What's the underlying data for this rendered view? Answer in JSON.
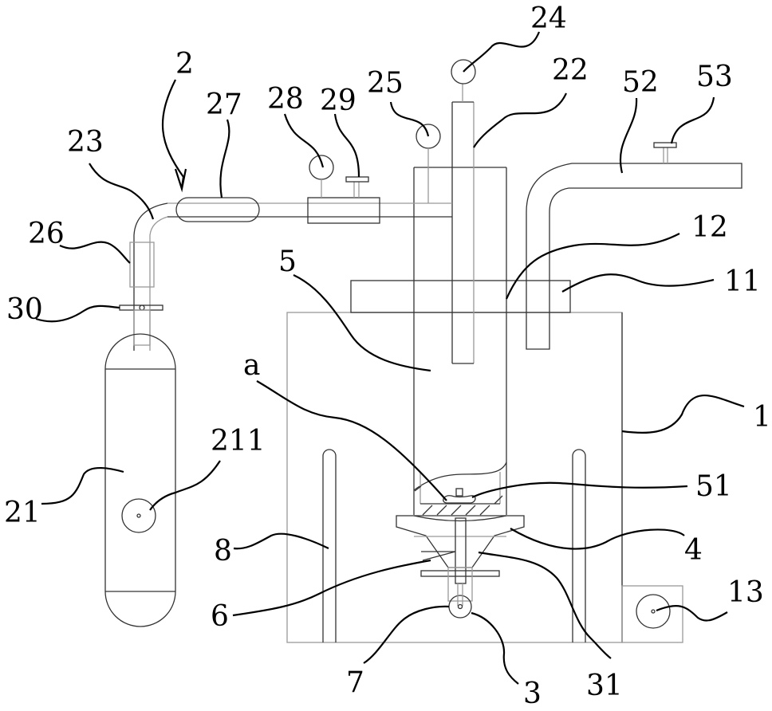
{
  "figure": {
    "type": "patent-schematic",
    "labels": [
      {
        "id": "2",
        "text": "2",
        "part": "gas supply assembly"
      },
      {
        "id": "27",
        "text": "27",
        "part": "inline cylinder on pipe"
      },
      {
        "id": "28",
        "text": "28",
        "part": "gauge on pipe"
      },
      {
        "id": "29",
        "text": "29",
        "part": "valve on pipe"
      },
      {
        "id": "25",
        "text": "25",
        "part": "gauge on lid"
      },
      {
        "id": "24",
        "text": "24",
        "part": "gauge on top of tube"
      },
      {
        "id": "22",
        "text": "22",
        "part": "vertical inlet tube"
      },
      {
        "id": "52",
        "text": "52",
        "part": "exhaust pipe"
      },
      {
        "id": "53",
        "text": "53",
        "part": "exhaust valve"
      },
      {
        "id": "23",
        "text": "23",
        "part": "elbow pipe"
      },
      {
        "id": "26",
        "text": "26",
        "part": "coupling"
      },
      {
        "id": "30",
        "text": "30",
        "part": "cylinder valve"
      },
      {
        "id": "12",
        "text": "12",
        "part": "lid opening"
      },
      {
        "id": "11",
        "text": "11",
        "part": "lid"
      },
      {
        "id": "5",
        "text": "5",
        "part": "inner vessel"
      },
      {
        "id": "a",
        "text": "a",
        "part": "curved bottom"
      },
      {
        "id": "1",
        "text": "1",
        "part": "outer tank"
      },
      {
        "id": "211",
        "text": "211",
        "part": "cylinder gauge"
      },
      {
        "id": "21",
        "text": "21",
        "part": "gas cylinder"
      },
      {
        "id": "51",
        "text": "51",
        "part": "sample holder"
      },
      {
        "id": "4",
        "text": "4",
        "part": "funnel"
      },
      {
        "id": "8",
        "text": "8",
        "part": "heating rod"
      },
      {
        "id": "6",
        "text": "6",
        "part": "discharge channel"
      },
      {
        "id": "13",
        "text": "13",
        "part": "pump"
      },
      {
        "id": "7",
        "text": "7",
        "part": "roller"
      },
      {
        "id": "3",
        "text": "3",
        "part": "wheel"
      },
      {
        "id": "31",
        "text": "31",
        "part": "funnel outlet"
      }
    ]
  }
}
